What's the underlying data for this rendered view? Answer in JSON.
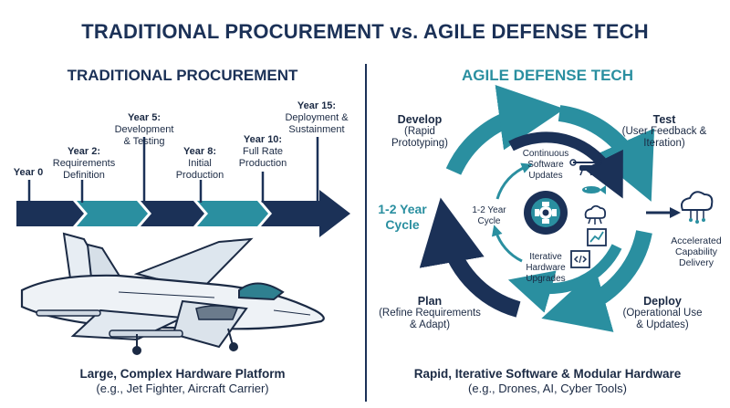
{
  "title": "TRADITIONAL PROCUREMENT vs. AGILE DEFENSE TECH",
  "left": {
    "heading": "TRADITIONAL PROCUREMENT",
    "milestones": [
      {
        "year": "Year 0",
        "desc": ""
      },
      {
        "year": "Year 2:",
        "desc": "Requirements Definition"
      },
      {
        "year": "Year 5:",
        "desc": "Development & Testing"
      },
      {
        "year": "Year 8:",
        "desc": "Initial Production"
      },
      {
        "year": "Year 10:",
        "desc": "Full Rate Production"
      },
      {
        "year": "Year 15:",
        "desc": "Deployment & Sustainment"
      }
    ],
    "caption_title": "Large, Complex Hardware Platform",
    "caption_sub": "(e.g., Jet Fighter, Aircraft Carrier)"
  },
  "right": {
    "heading": "AGILE DEFENSE TECH",
    "stages": {
      "develop": {
        "title": "Develop",
        "desc": "(Rapid Prototyping)"
      },
      "test": {
        "title": "Test",
        "desc": "(User Feedback & Iteration)"
      },
      "plan": {
        "title": "Plan",
        "desc": "(Refine Requirements & Adapt)"
      },
      "deploy": {
        "title": "Deploy",
        "desc": "(Operational Use & Updates)"
      }
    },
    "cycle_label": "1-2 Year Cycle",
    "inner_cycle_label": "1-2 Year Cycle",
    "continuous_updates": "Continuous Software Updates",
    "hardware_upgrades": "Iterative Hardware Upgrades",
    "delivery": "Accelerated Capability Delivery",
    "caption_title": "Rapid, Iterative Software & Modular Hardware",
    "caption_sub": "(e.g., Drones, AI, Cyber Tools)"
  },
  "colors": {
    "navy": "#1b3157",
    "teal": "#2a8fa0",
    "light_teal": "#3fb0b8"
  },
  "icons": [
    "jet-fighter-icon",
    "drone-icon",
    "fish-icon",
    "cloud-network-icon",
    "chart-icon",
    "code-icon",
    "gear-icon",
    "cloud-delivery-icon"
  ]
}
